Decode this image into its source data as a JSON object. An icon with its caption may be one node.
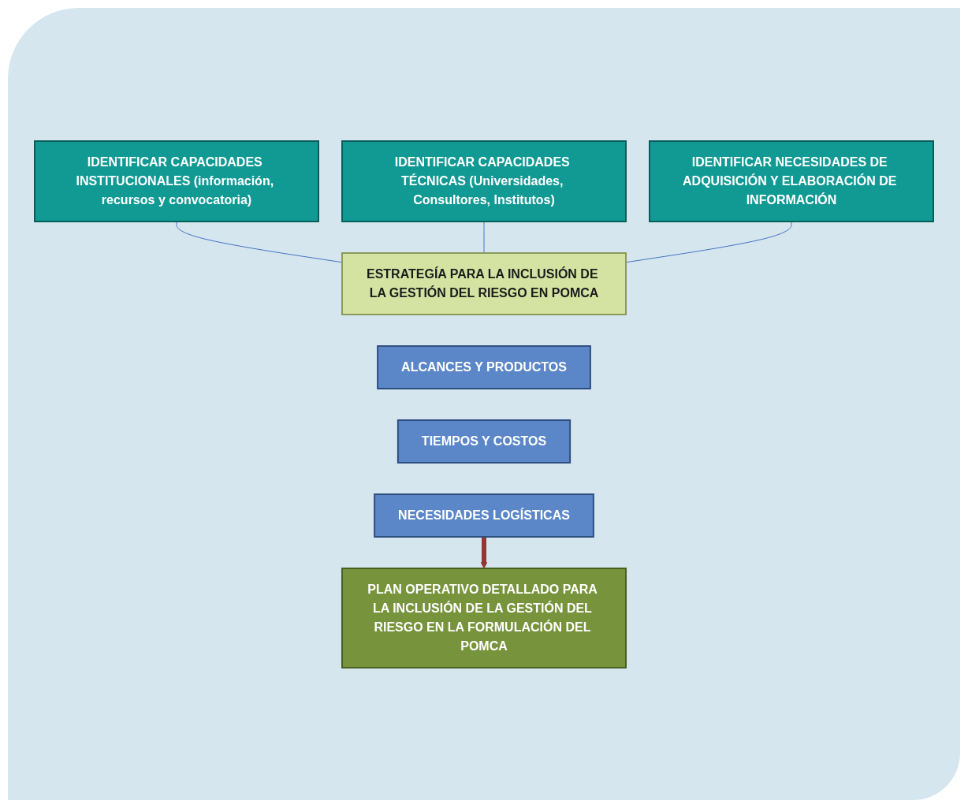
{
  "diagram": {
    "nodes": [
      {
        "text": [
          "IDENTIFICAR CAPACIDADES INSTITUCIONALES (información, recursos y convocatoria)"
        ]
      },
      {
        "text": [
          "IDENTIFICAR CAPACIDADES TÉCNICAS (Universidades, Consultores, Institutos)"
        ]
      },
      {
        "text": [
          "IDENTIFICAR NECESIDADES DE ADQUISICIÓN Y ELABORACIÓN DE INFORMACIÓN"
        ]
      },
      {
        "text": [
          "ESTRATEGÍA PARA LA INCLUSIÓN DE LA GESTIÓN DEL RIESGO EN POMCA"
        ]
      },
      {
        "text": [
          "ALCANCES Y PRODUCTOS"
        ]
      },
      {
        "text": [
          "TIEMPOS Y COSTOS"
        ]
      },
      {
        "text": [
          "NECESIDADES LOGÍSTICAS"
        ]
      },
      {
        "text": [
          "PLAN OPERATIVO DETALLADO PARA LA INCLUSIÓN DE LA GESTIÓN DEL RIESGO EN LA FORMULACIÓN DEL POMCA"
        ]
      }
    ],
    "edges": [
      {
        "from": 0,
        "to": 3,
        "arrow": "none"
      },
      {
        "from": 1,
        "to": 3,
        "arrow": "none"
      },
      {
        "from": 2,
        "to": 3,
        "arrow": "none"
      },
      {
        "from": 6,
        "to": 7,
        "arrow": "to",
        "style": "thick",
        "color": "#943634"
      }
    ]
  }
}
